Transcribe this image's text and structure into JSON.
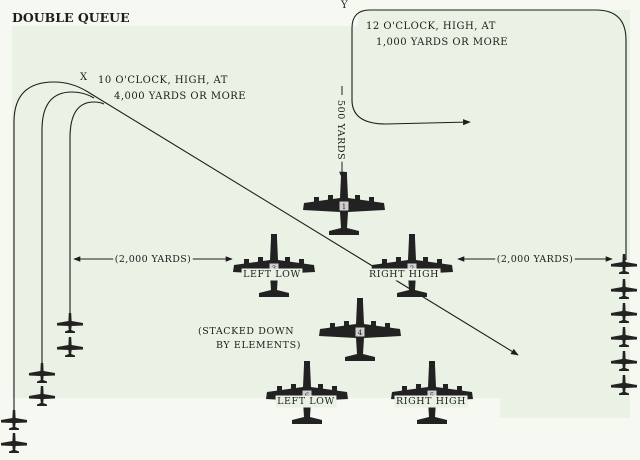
{
  "title": "DOUBLE QUEUE",
  "colors": {
    "panel": "#e9f2e5",
    "ink": "#1d1d1d",
    "plane": "#222222",
    "plane_number": "#cfcfcf"
  },
  "plane_icon": "b17-bomber-silhouette",
  "attacks": {
    "x": {
      "marker": "X",
      "line1": "10 O'CLOCK, HIGH, AT",
      "line2": "4,000 YARDS OR MORE"
    },
    "y": {
      "marker": "Y",
      "line1": "12 O'CLOCK, HIGH, AT",
      "line2": "1,000 YARDS OR MORE"
    }
  },
  "distances": {
    "vertical": "500 YARDS",
    "left": "(2,000 YARDS)",
    "right": "(2,000 YARDS)"
  },
  "note": {
    "line1": "(STACKED DOWN",
    "line2": "BY ELEMENTS)"
  },
  "formation": [
    {
      "number": "1",
      "label": ""
    },
    {
      "number": "2",
      "label": "RIGHT HIGH"
    },
    {
      "number": "3",
      "label": "LEFT LOW"
    },
    {
      "number": "4",
      "label": ""
    },
    {
      "number": "5",
      "label": "RIGHT HIGH"
    },
    {
      "number": "6",
      "label": "LEFT LOW"
    }
  ]
}
